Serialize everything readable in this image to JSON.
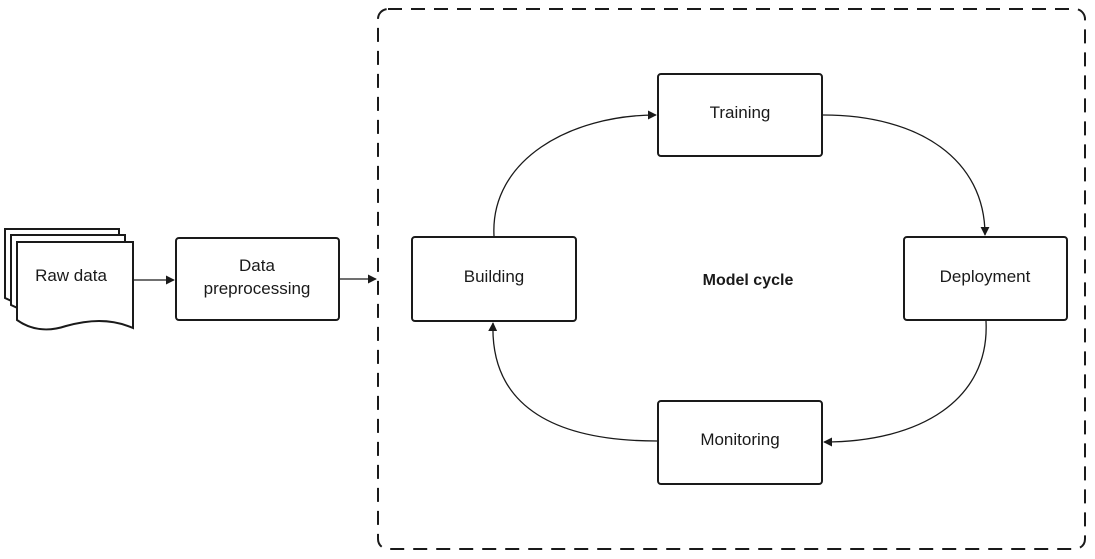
{
  "diagram": {
    "nodes": {
      "raw_data": {
        "label": "Raw data"
      },
      "preprocessing": {
        "label_line1": "Data",
        "label_line2": "preprocessing"
      },
      "building": {
        "label": "Building"
      },
      "training": {
        "label": "Training"
      },
      "deployment": {
        "label": "Deployment"
      },
      "monitoring": {
        "label": "Monitoring"
      }
    },
    "group": {
      "label": "Model cycle"
    },
    "edges": [
      {
        "from": "raw_data",
        "to": "preprocessing"
      },
      {
        "from": "preprocessing",
        "to": "model-cycle"
      },
      {
        "from": "building",
        "to": "training"
      },
      {
        "from": "training",
        "to": "deployment"
      },
      {
        "from": "deployment",
        "to": "monitoring"
      },
      {
        "from": "monitoring",
        "to": "building"
      }
    ]
  }
}
